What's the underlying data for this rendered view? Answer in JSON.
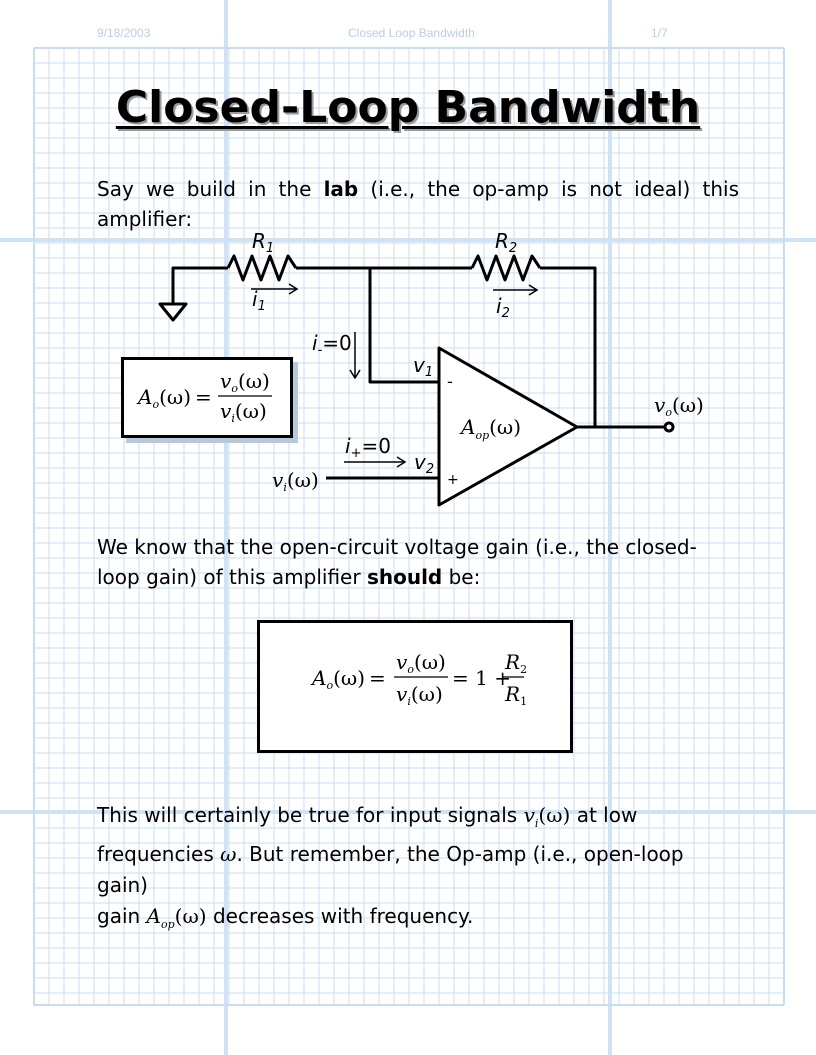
{
  "header": {
    "date": "9/18/2003",
    "doc_title": "Closed Loop Bandwidth",
    "page": "1/7"
  },
  "title": "Closed-Loop Bandwidth",
  "intro": {
    "part1": "Say we build in the ",
    "bold": "lab",
    "part2": " (i.e., the op-amp is not ideal) this amplifier:"
  },
  "circuit": {
    "r1": "R",
    "r1_sub": "1",
    "r2": "R",
    "r2_sub": "2",
    "i1": "i",
    "i1_sub": "1",
    "i2": "i",
    "i2_sub": "2",
    "i_minus": "i",
    "i_minus_sub": "-",
    "i_minus_val": "=0",
    "i_plus": "i",
    "i_plus_sub": "+",
    "i_plus_val": "=0",
    "v1": "v",
    "v1_sub": "1",
    "v2": "v",
    "v2_sub": "2",
    "minus": "-",
    "plus": "+",
    "aop": "A",
    "aop_sub": "op",
    "aop_arg": "(ω)",
    "vo": "v",
    "vo_sub": "o",
    "vo_arg": "(ω)",
    "vi": "v",
    "vi_sub": "i",
    "vi_arg": "(ω)"
  },
  "gain_def": {
    "a": "A",
    "a_sub": "o",
    "arg": "(ω)",
    "eq": "=",
    "num": "v",
    "num_sub": "o",
    "den": "v",
    "den_sub": "i"
  },
  "para2": {
    "part1": "We know that the open-circuit voltage gain (i.e., the closed-loop gain) of this amplifier ",
    "bold": "should",
    "part2": " be:"
  },
  "gain_eq": {
    "a": "A",
    "a_sub": "o",
    "arg": "(ω)",
    "eq1": "=",
    "num": "v",
    "num_sub": "o",
    "den": "v",
    "den_sub": "i",
    "eq2": "= 1 +",
    "rn": "R",
    "rn_sub": "2",
    "rd": "R",
    "rd_sub": "1"
  },
  "para3": {
    "l1a": "This will certainly be true for input signals ",
    "vi": "v",
    "vi_sub": "i",
    "vi_arg": "(ω)",
    "l1b": " at low",
    "l2a": "frequencies ",
    "omega": "ω",
    "l2b": ".  But remember, the Op-amp (i.e., open-loop gain)",
    "l3a": "gain ",
    "a": "A",
    "a_sub": "op",
    "a_arg": "(ω)",
    "l3b": " decreases with frequency."
  },
  "colors": {
    "grid": "#c7def2",
    "grid_major": "#cfe3f5",
    "ink": "#000000",
    "shadow": "#b6c8dc"
  }
}
